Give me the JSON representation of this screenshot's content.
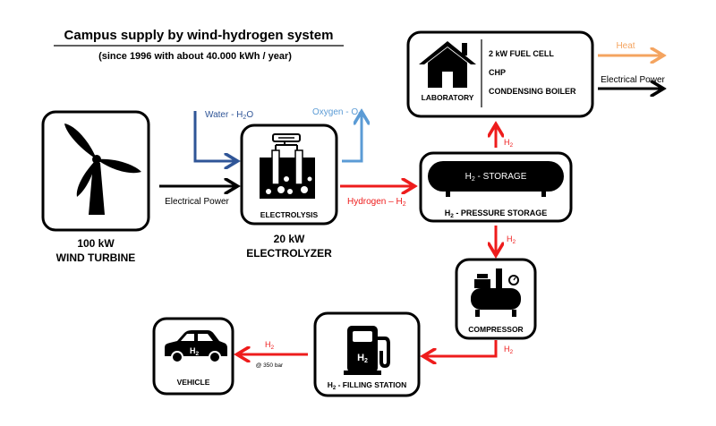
{
  "title": "Campus supply by wind-hydrogen system",
  "subtitle": "(since 1996 with about 40.000 kWh / year)",
  "colors": {
    "hydrogen": "#ee1c1c",
    "water": "#2f5597",
    "oxygen": "#5b9bd5",
    "heat": "#f4a460",
    "power": "#000000"
  },
  "nodes": {
    "wind_turbine": {
      "label_line1": "100 kW",
      "label_line2": "WIND TURBINE"
    },
    "electrolyzer": {
      "box_label": "ELECTROLYSIS",
      "label_line1": "20 kW",
      "label_line2": "ELECTROLYZER"
    },
    "storage": {
      "tank_label_main": "H",
      "tank_label_sub": "2",
      "tank_label_rest": " - STORAGE",
      "label_main": "H",
      "label_sub": "2",
      "label_rest": " - PRESSURE STORAGE"
    },
    "laboratory": {
      "label": "LABORATORY",
      "items": [
        "2 kW FUEL CELL",
        "CHP",
        "CONDENSING BOILER"
      ]
    },
    "compressor": {
      "label": "COMPRESSOR"
    },
    "filling_station": {
      "label_main": "H",
      "label_sub": "2",
      "label_rest": " - FILLING STATION",
      "pump_main": "H",
      "pump_sub": "2"
    },
    "vehicle": {
      "label": "VEHICLE",
      "car_main": "H",
      "car_sub": "2"
    }
  },
  "flows": {
    "water": {
      "main": "Water - H",
      "sub": "2",
      "rest": "O"
    },
    "oxygen": {
      "main": "Oxygen - O",
      "sub": "2"
    },
    "power_turbine": "Electrical Power",
    "hydrogen_out": {
      "main": "Hydrogen – H",
      "sub": "2"
    },
    "h2_to_lab": {
      "main": "H",
      "sub": "2"
    },
    "h2_to_compressor": {
      "main": "H",
      "sub": "2"
    },
    "h2_to_filling": {
      "main": "H",
      "sub": "2"
    },
    "h2_to_vehicle": {
      "main": "H",
      "sub": "2"
    },
    "pressure_note": "@ 350 bar",
    "heat": "Heat",
    "power_lab": "Electrical Power"
  }
}
